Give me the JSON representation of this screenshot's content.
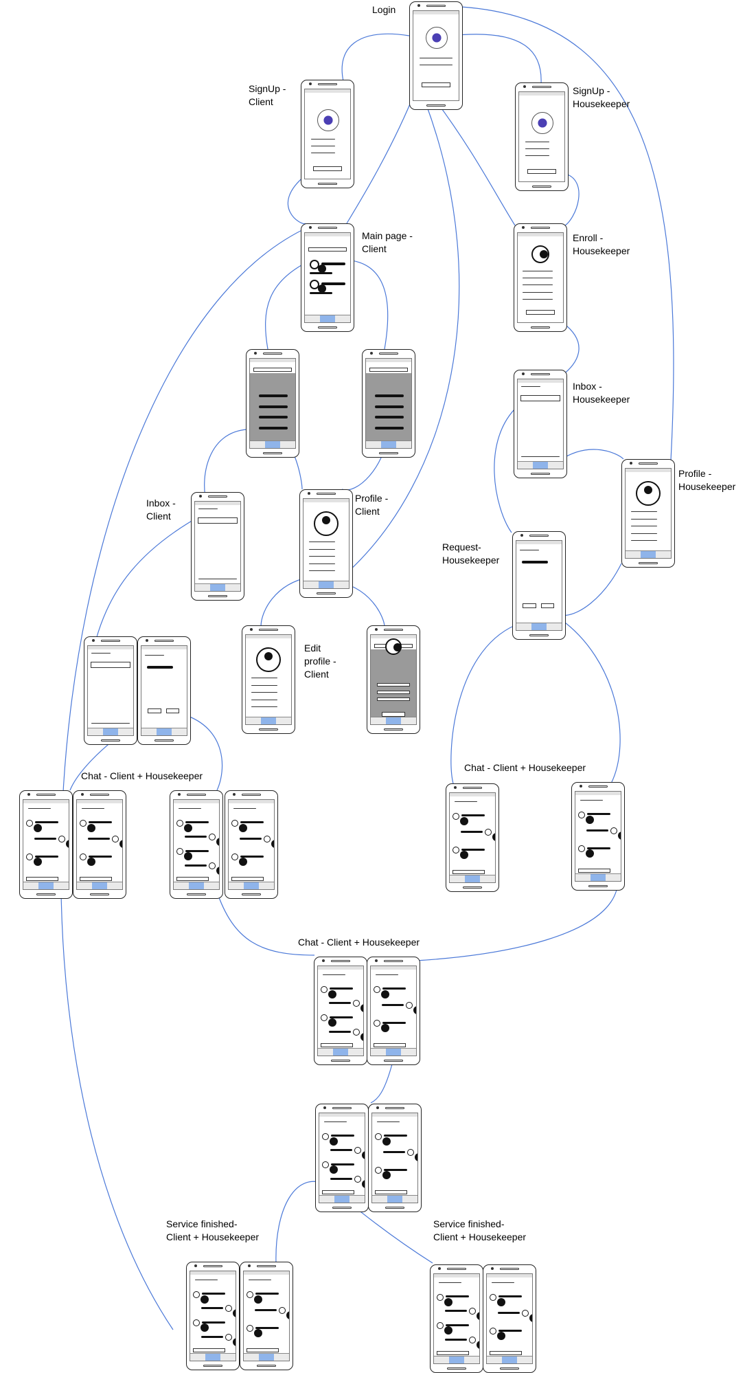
{
  "labels": {
    "login": "Login",
    "signup_client": "SignUp -\nClient",
    "signup_housekeeper": "SignUp -\nHousekeeper",
    "main_page_client": "Main page -\nClient",
    "enroll_housekeeper": "Enroll -\nHousekeeper",
    "inbox_housekeeper": "Inbox -\nHousekeeper",
    "inbox_client": "Inbox -\nClient",
    "profile_client": "Profile -\nClient",
    "profile_housekeeper": "Profile -\nHousekeeper",
    "request_housekeeper": "Request-\nHousekeeper",
    "edit_profile_client": "Edit\nprofile -\nClient",
    "chat_1": "Chat - Client + Housekeeper",
    "chat_2": "Chat - Client + Housekeeper",
    "chat_3": "Chat - Client + Housekeeper",
    "service_finished_1": "Service finished-\nClient + Housekeeper",
    "service_finished_2": "Service finished-\nClient + Housekeeper"
  },
  "phones": [
    {
      "name": "login-screen",
      "variant": "login"
    },
    {
      "name": "signup-client-screen",
      "variant": "signup"
    },
    {
      "name": "signup-housekeeper-screen",
      "variant": "signup"
    },
    {
      "name": "main-page-client-screen",
      "variant": "mainlist"
    },
    {
      "name": "enroll-housekeeper-screen",
      "variant": "form"
    },
    {
      "name": "search-filter-screen",
      "variant": "gray"
    },
    {
      "name": "search-results-screen",
      "variant": "gray"
    },
    {
      "name": "inbox-housekeeper-screen",
      "variant": "inbox"
    },
    {
      "name": "profile-housekeeper-screen",
      "variant": "profile"
    },
    {
      "name": "inbox-client-screen",
      "variant": "inbox"
    },
    {
      "name": "profile-client-screen",
      "variant": "profile"
    },
    {
      "name": "request-housekeeper-screen",
      "variant": "request"
    },
    {
      "name": "edit-profile-client-screen",
      "variant": "profile"
    },
    {
      "name": "edit-profile-form-screen",
      "variant": "grayform"
    },
    {
      "name": "client-request-screen",
      "variant": "inbox"
    },
    {
      "name": "housekeeper-request-screen",
      "variant": "request"
    },
    {
      "name": "chat-a-client-screen",
      "variant": "chat"
    },
    {
      "name": "chat-a-housekeeper-screen",
      "variant": "chat"
    },
    {
      "name": "chat-b-client-screen",
      "variant": "chatlist"
    },
    {
      "name": "chat-b-housekeeper-screen",
      "variant": "chat"
    },
    {
      "name": "chat-c-housekeeper-screen",
      "variant": "chat"
    },
    {
      "name": "chat-c-client-screen",
      "variant": "chat"
    },
    {
      "name": "chat-d-client-screen",
      "variant": "chatlist"
    },
    {
      "name": "chat-d-housekeeper-screen",
      "variant": "chat"
    },
    {
      "name": "chat-e-client-screen",
      "variant": "chatlist"
    },
    {
      "name": "chat-e-housekeeper-screen",
      "variant": "chat"
    },
    {
      "name": "finished-a-client-screen",
      "variant": "chatlist"
    },
    {
      "name": "finished-a-housekeeper-screen",
      "variant": "chat"
    },
    {
      "name": "finished-b-client-screen",
      "variant": "chatlist"
    },
    {
      "name": "finished-b-housekeeper-screen",
      "variant": "chat"
    }
  ],
  "colors": {
    "connector": "#4a78d8",
    "nav_active": "#8fb4ea",
    "overlay_gray": "#9a9a9a"
  }
}
